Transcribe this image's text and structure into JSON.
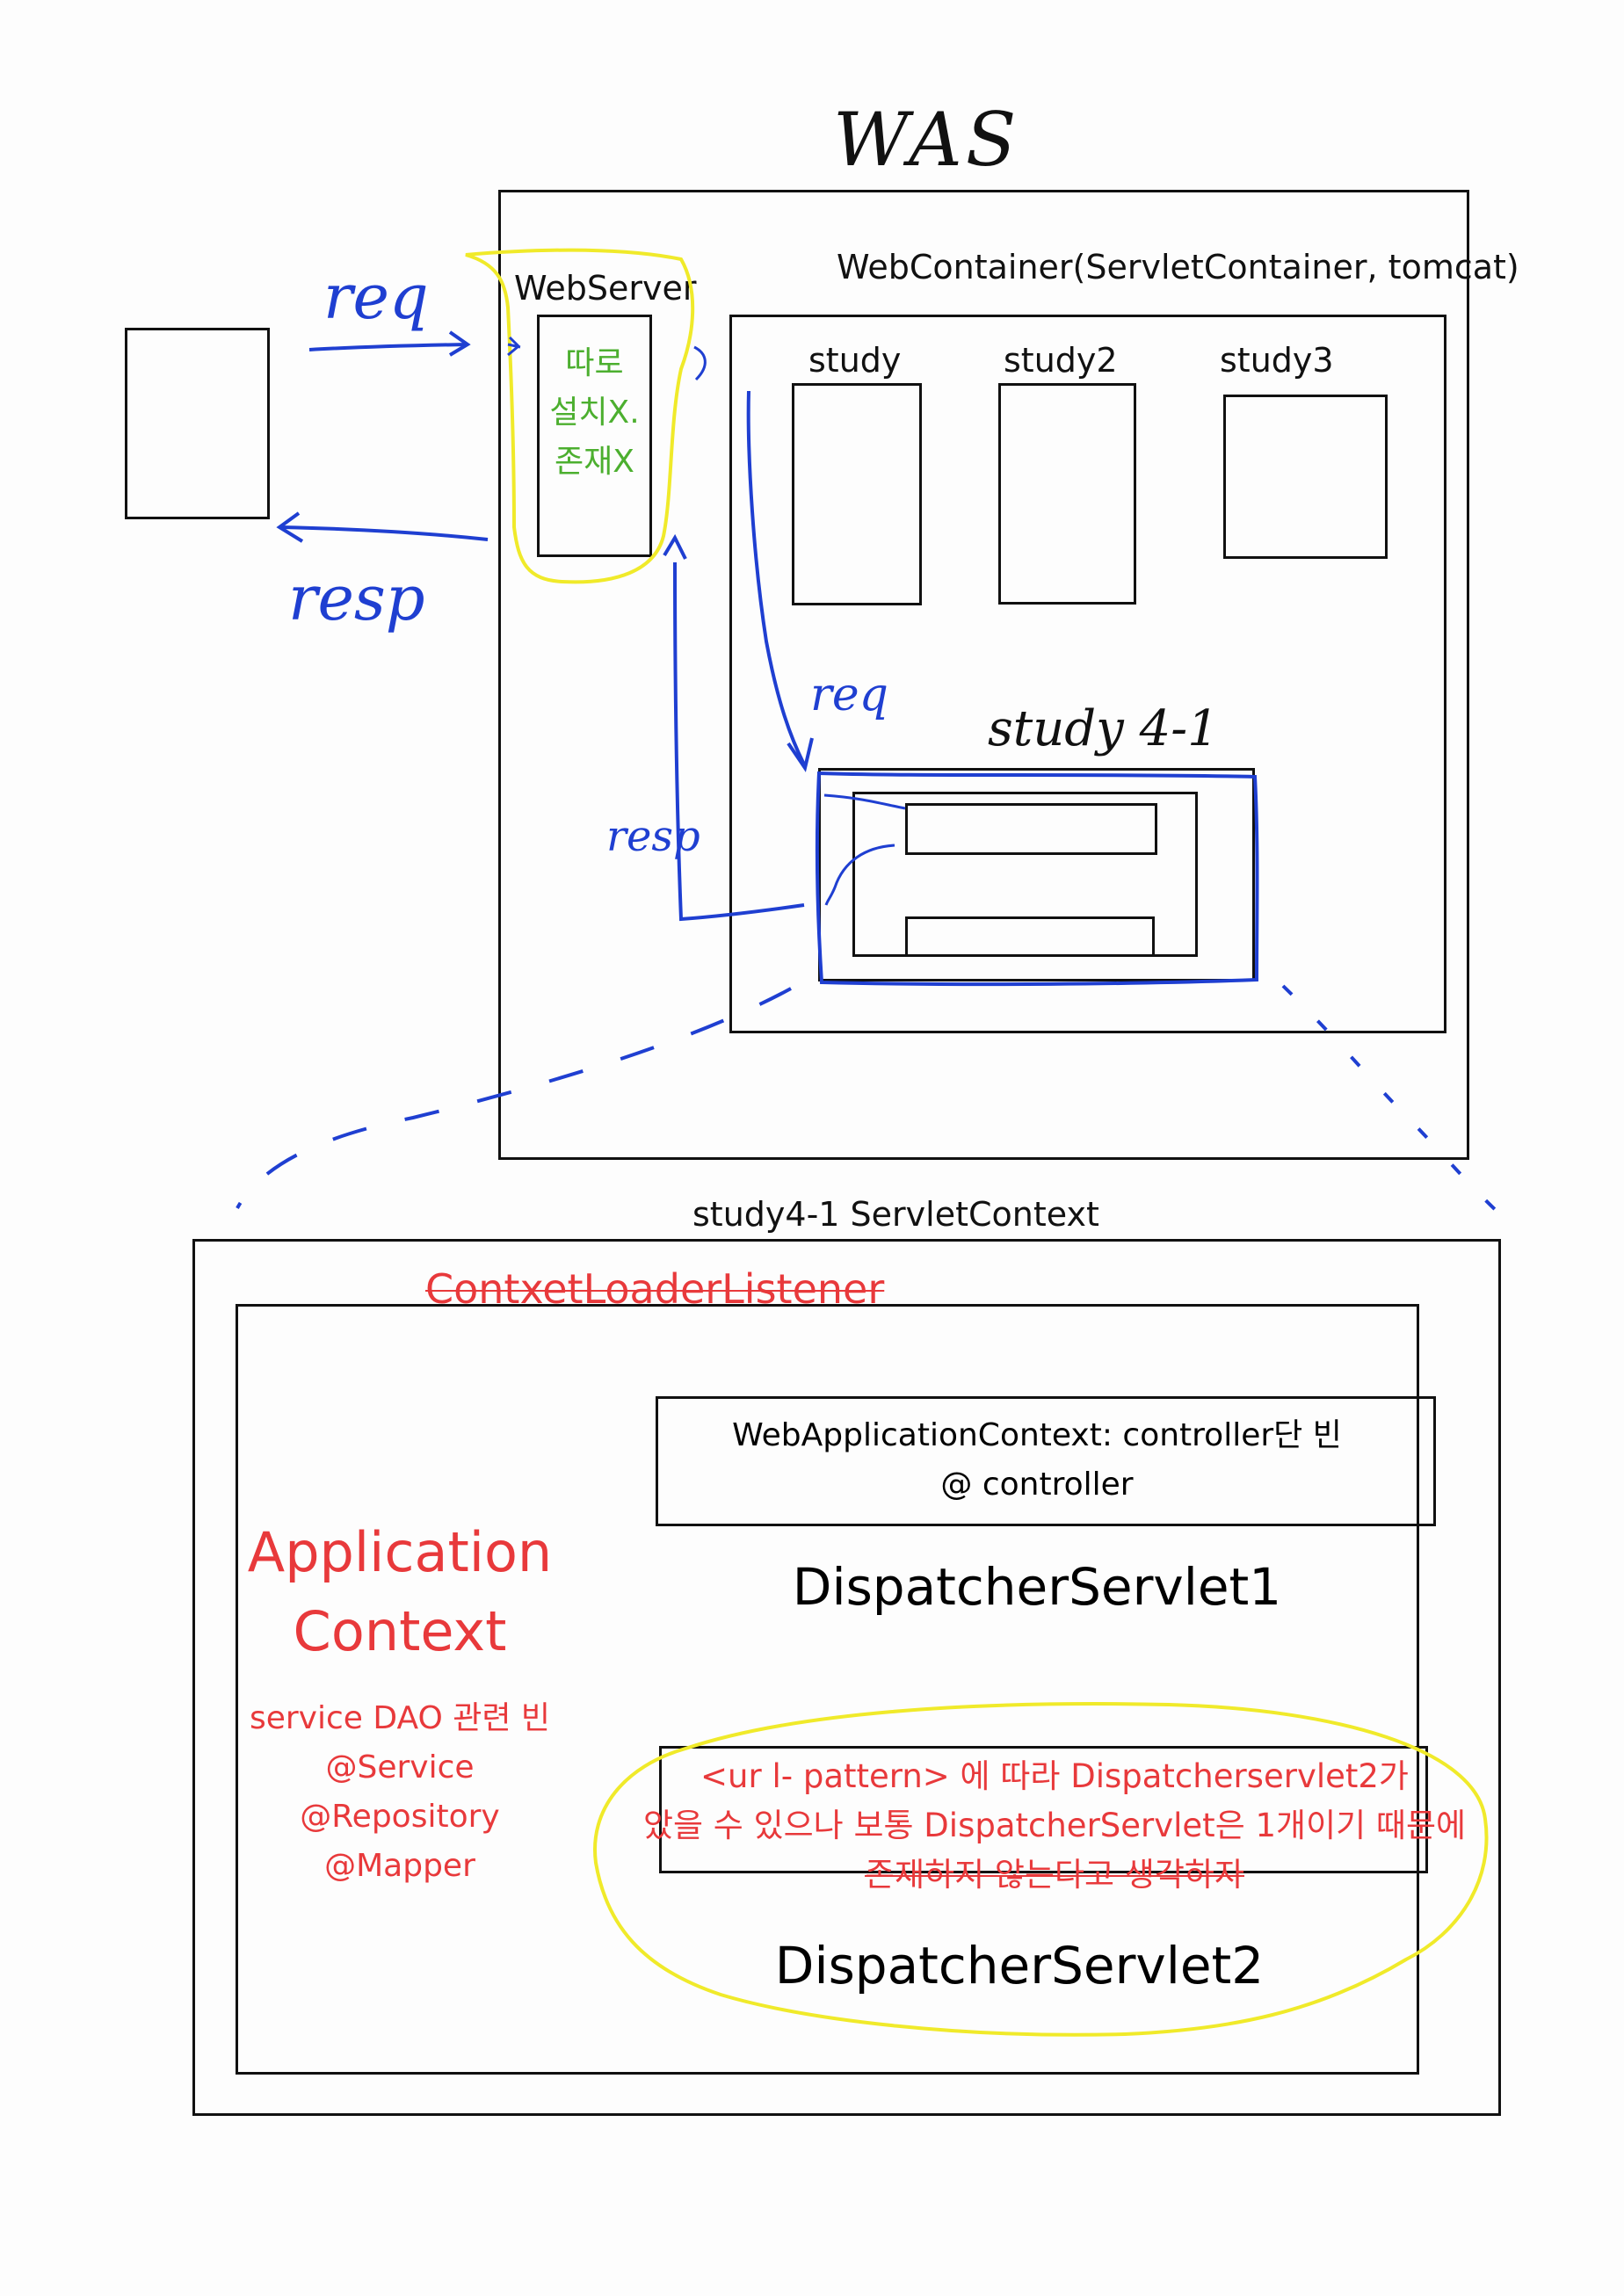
{
  "top": {
    "was_title": "WAS",
    "web_container_label": "WebContainer(ServletContainer,  tomcat)",
    "web_server_label": "WebServer",
    "web_server_note": [
      "따로",
      "설치X.",
      "존재X"
    ],
    "req_label": "req",
    "resp_label": "resp",
    "apps": [
      {
        "label": "study"
      },
      {
        "label": "study2"
      },
      {
        "label": "study3"
      }
    ],
    "study4_label": "study 4-1",
    "inner_req_label": "req",
    "inner_resp_label": "resp"
  },
  "bottom": {
    "servlet_context_label": "study4-1 ServletContext",
    "listener_label": "ContxetLoaderListener",
    "app_context_title_line1": "Application",
    "app_context_title_line2": "Context",
    "app_context_notes": [
      "service DAO 관련 빈",
      "@Service",
      "@Repository",
      "@Mapper"
    ],
    "web_app_context_line1": "WebApplicationContext: controller단  빈",
    "web_app_context_line2": "@ controller",
    "dispatcher1": "DispatcherServlet1",
    "url_pattern_note": [
      "<ur l- pattern> 에 따라 Dispatcherservlet2가",
      "았을 수 있으나 보통  DispatcherServlet은 1개이기 때문에",
      "존재하지 않는다고 생각하자"
    ],
    "dispatcher2": "DispatcherServlet2"
  },
  "colors": {
    "ink_blue": "#1f3fd1",
    "highlight_yellow": "#f0ea2a",
    "note_red": "#e8393b",
    "note_green": "#4caf2f"
  }
}
